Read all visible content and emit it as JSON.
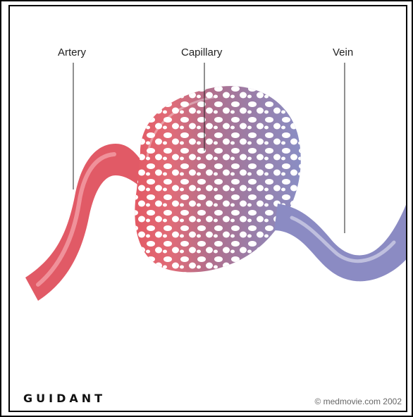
{
  "labels": {
    "artery": "Artery",
    "capillary": "Capillary",
    "vein": "Vein"
  },
  "footer": {
    "logo_text": "GUIDANT",
    "copyright": "© medmovie.com 2002"
  },
  "colors": {
    "artery": "#e2606a",
    "capillary": "#a06b8a",
    "vein": "#8d8cc2",
    "border": "#000000"
  }
}
